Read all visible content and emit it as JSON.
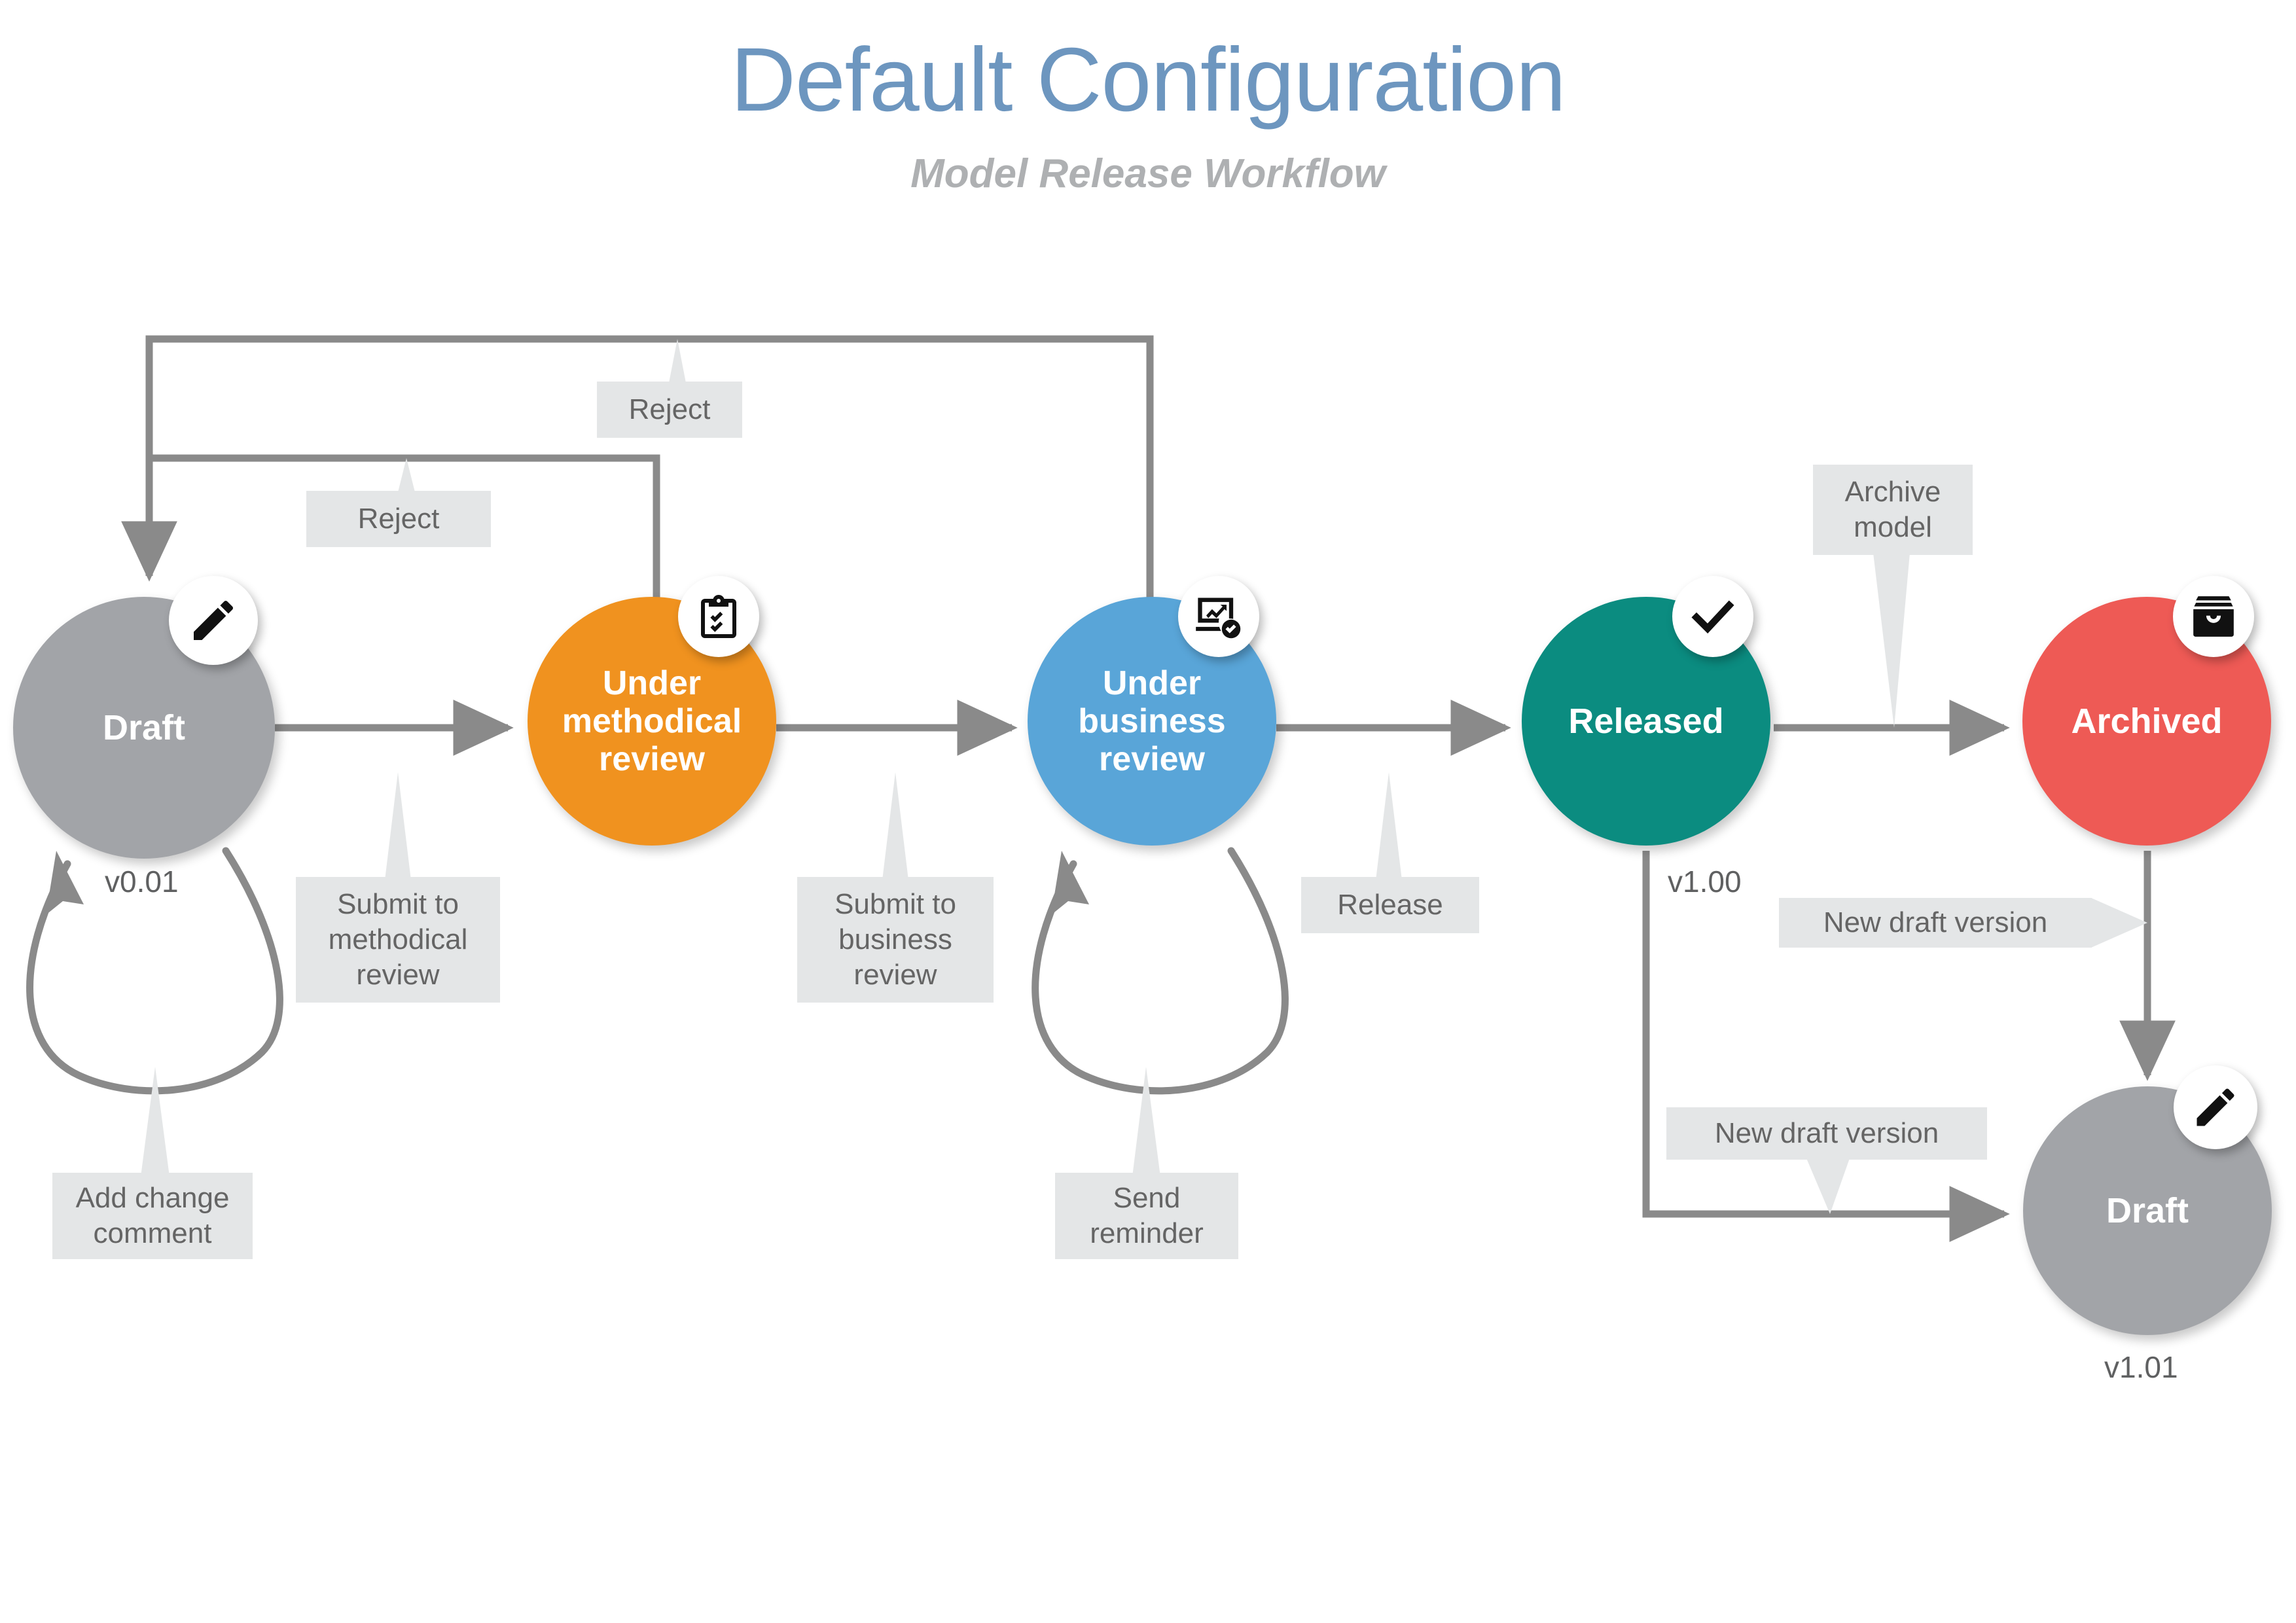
{
  "header": {
    "title": "Default Configuration",
    "subtitle": "Model Release Workflow"
  },
  "palette": {
    "title_blue": "#6d96bf",
    "subtitle_gray": "#aeb0b2",
    "draft_gray": "#a2a4a8",
    "methodical_orange": "#f0921f",
    "business_blue": "#59a5d8",
    "released_teal": "#0b8c80",
    "archived_red": "#ee5a55",
    "edge_gray": "#8a8a8a",
    "label_bg": "#e4e6e7",
    "label_text": "#656565"
  },
  "nodes": [
    {
      "id": "draft",
      "label": "Draft",
      "color": "#a2a4a8",
      "icon": "pencil-icon",
      "version": "v0.01"
    },
    {
      "id": "methodical",
      "label": "Under methodical review",
      "color": "#f0921f",
      "icon": "clipboard-check-icon",
      "version": ""
    },
    {
      "id": "business",
      "label": "Under business review",
      "color": "#59a5d8",
      "icon": "chart-check-icon",
      "version": ""
    },
    {
      "id": "released",
      "label": "Released",
      "color": "#0b8c80",
      "icon": "check-icon",
      "version": "v1.00"
    },
    {
      "id": "archived",
      "label": "Archived",
      "color": "#ee5a55",
      "icon": "archive-box-icon",
      "version": ""
    },
    {
      "id": "draft2",
      "label": "Draft",
      "color": "#a2a4a8",
      "icon": "pencil-icon",
      "version": "v1.01"
    }
  ],
  "transitions": [
    {
      "id": "t-reject-business",
      "label": "Reject",
      "from": "business",
      "to": "draft"
    },
    {
      "id": "t-reject-methodical",
      "label": "Reject",
      "from": "methodical",
      "to": "draft"
    },
    {
      "id": "t-add-comment",
      "label": "Add change comment",
      "from": "draft",
      "to": "draft"
    },
    {
      "id": "t-submit-method",
      "label": "Submit to methodical review",
      "from": "draft",
      "to": "methodical"
    },
    {
      "id": "t-submit-business",
      "label": "Submit to business review",
      "from": "methodical",
      "to": "business"
    },
    {
      "id": "t-send-reminder",
      "label": "Send reminder",
      "from": "business",
      "to": "business"
    },
    {
      "id": "t-release",
      "label": "Release",
      "from": "business",
      "to": "released"
    },
    {
      "id": "t-archive",
      "label": "Archive model",
      "from": "released",
      "to": "archived"
    },
    {
      "id": "t-newdraft-arch",
      "label": "New draft version",
      "from": "archived",
      "to": "draft2"
    },
    {
      "id": "t-newdraft-rel",
      "label": "New draft version",
      "from": "released",
      "to": "draft2"
    }
  ],
  "labels": {
    "reject_business": "Reject",
    "reject_methodical": "Reject",
    "add_change_comment": "Add change\ncomment",
    "submit_methodical": "Submit to\nmethodical\nreview",
    "submit_business": "Submit to\nbusiness\nreview",
    "send_reminder": "Send\nreminder",
    "release": "Release",
    "archive_model": "Archive\nmodel",
    "new_draft_version_top": "New draft version",
    "new_draft_version_bottom": "New draft version"
  },
  "versions": {
    "draft": "v0.01",
    "released": "v1.00",
    "draft2": "v1.01"
  }
}
